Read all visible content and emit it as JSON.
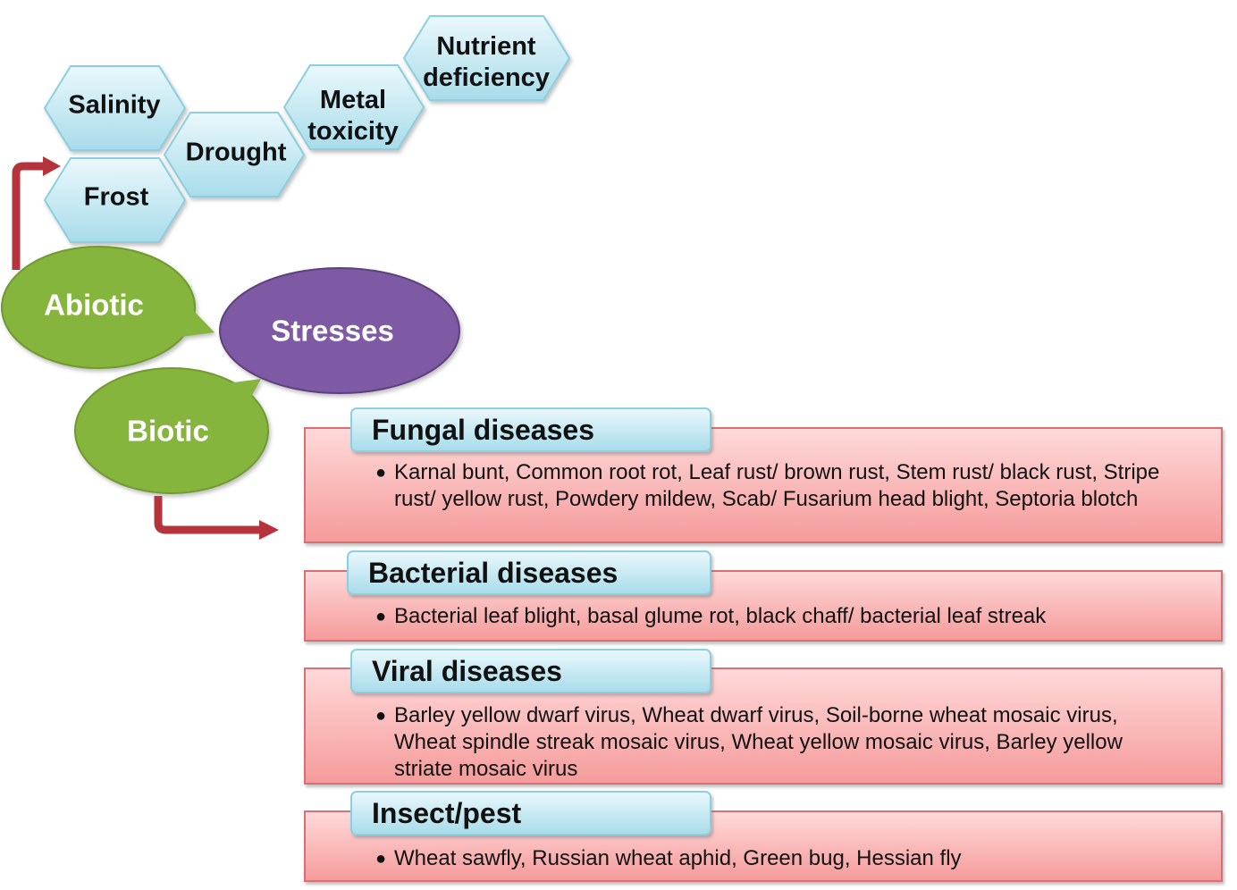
{
  "center": {
    "label": "Stresses",
    "color": "#7d5aa3"
  },
  "abiotic": {
    "label": "Abiotic",
    "color": "#86b53e",
    "items": [
      "Salinity",
      "Drought",
      "Metal toxicity",
      "Nutrient deficiency",
      "Frost"
    ]
  },
  "biotic": {
    "label": "Biotic",
    "color": "#86b53e",
    "groups": [
      {
        "title": "Fungal diseases",
        "text": "Karnal bunt, Common root rot, Leaf rust/ brown rust, Stem rust/ black rust, Stripe rust/ yellow rust, Powdery mildew, Scab/ Fusarium head blight, Septoria blotch"
      },
      {
        "title": "Bacterial diseases",
        "text": "Bacterial leaf blight, basal glume rot, black chaff/ bacterial leaf streak"
      },
      {
        "title": "Viral diseases",
        "text": "Barley yellow dwarf virus, Wheat dwarf virus, Soil-borne wheat mosaic virus, Wheat spindle streak mosaic virus, Wheat yellow mosaic virus, Barley yellow striate mosaic virus"
      },
      {
        "title": "Insect/pest",
        "text": "Wheat sawfly, Russian wheat aphid, Green bug, Hessian fly"
      }
    ]
  },
  "colors": {
    "arrow": "#b5333a",
    "hex_fill_top": "#e7f7fc",
    "hex_fill_bottom": "#a8dcea",
    "panel_fill": "#f8b4b4",
    "tab_fill": "#bfe6f1"
  }
}
